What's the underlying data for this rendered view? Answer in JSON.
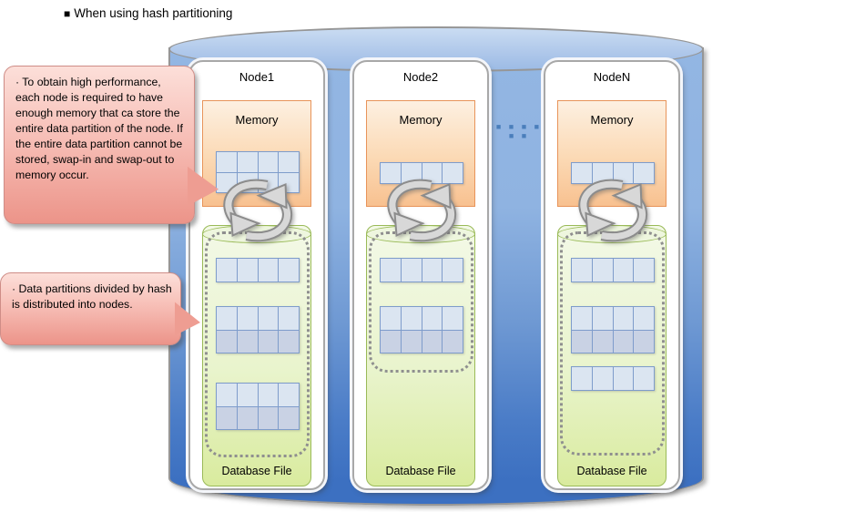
{
  "title": {
    "bullet": "■",
    "text": "When using hash partitioning"
  },
  "callouts": [
    {
      "text": "· To obtain high performance, each node is required to have enough memory that ca store the entire data partition of the node.  If the entire data partition cannot be stored, swap-in and swap-out to memory occur."
    },
    {
      "text": "· Data partitions divided by hash is distributed into nodes."
    }
  ],
  "separator_dots": "■ ■ ■ ■ ■ ■",
  "nodes": [
    {
      "name": "Node1",
      "memory_label": "Memory",
      "db_label": "Database File",
      "memory_table": {
        "rows": 2,
        "cols": 4,
        "shaded_bottom": false
      },
      "db_tables": [
        {
          "rows": 1,
          "cols": 4,
          "shaded_bottom": false
        },
        {
          "rows": 2,
          "cols": 4,
          "shaded_bottom": true
        },
        {
          "rows": 2,
          "cols": 4,
          "shaded_bottom": true
        }
      ]
    },
    {
      "name": "Node2",
      "memory_label": "Memory",
      "db_label": "Database File",
      "memory_table": {
        "rows": 1,
        "cols": 4,
        "shaded_bottom": false
      },
      "db_tables": [
        {
          "rows": 1,
          "cols": 4,
          "shaded_bottom": false
        },
        {
          "rows": 2,
          "cols": 4,
          "shaded_bottom": true
        }
      ]
    },
    {
      "name": "NodeN",
      "memory_label": "Memory",
      "db_label": "Database File",
      "memory_table": {
        "rows": 1,
        "cols": 4,
        "shaded_bottom": false
      },
      "db_tables": [
        {
          "rows": 1,
          "cols": 4,
          "shaded_bottom": false
        },
        {
          "rows": 2,
          "cols": 4,
          "shaded_bottom": true
        },
        {
          "rows": 1,
          "cols": 4,
          "shaded_bottom": false
        }
      ]
    }
  ],
  "colors": {
    "cylinder_top": "#b7cdeb",
    "cylinder_body_top": "#93b6e3",
    "cylinder_body_bottom": "#3c70c1",
    "memory_fill": "#fbd9b4",
    "memory_border": "#e8945a",
    "db_fill": "#e9f4cd",
    "db_border": "#9aba58",
    "table_cell": "#dbe5f1",
    "table_cell_shaded": "#c9d2e4",
    "table_border": "#7e9ccb",
    "callout_fill": "#f7bfb7",
    "callout_border": "#cf8d87",
    "dots": "#4a7ebb"
  }
}
